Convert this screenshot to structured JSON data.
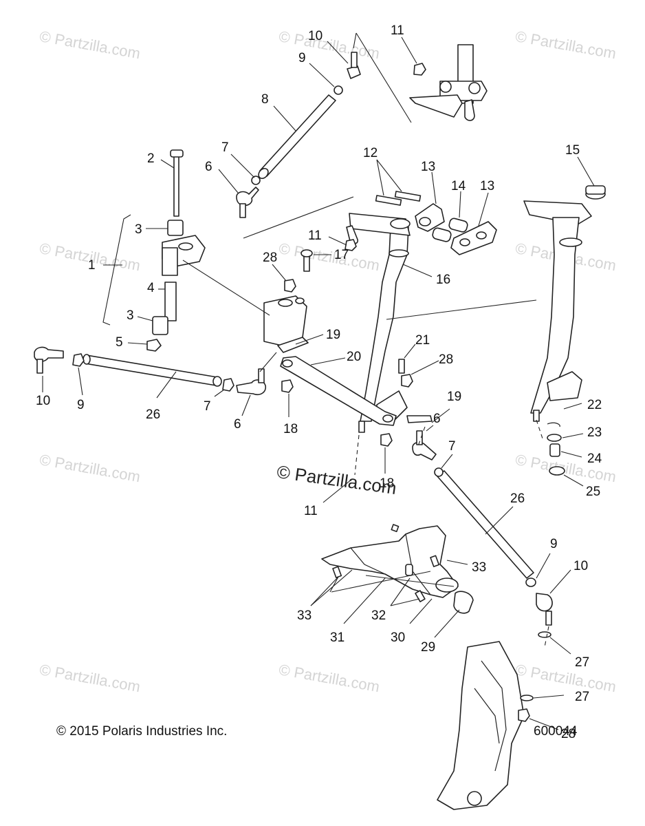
{
  "watermark": "© Partzilla.com",
  "center_watermark": "© Partzilla.com",
  "copyright": "© 2015 Polaris Industries Inc.",
  "diagram_id": "600044",
  "callouts": [
    "1",
    "2",
    "3",
    "4",
    "3",
    "5",
    "6",
    "7",
    "8",
    "9",
    "10",
    "11",
    "12",
    "13",
    "14",
    "13",
    "15",
    "16",
    "11",
    "28",
    "17",
    "19",
    "20",
    "21",
    "28",
    "10",
    "9",
    "26",
    "7",
    "6",
    "18",
    "19",
    "6",
    "7",
    "18",
    "11",
    "22",
    "23",
    "24",
    "25",
    "26",
    "9",
    "10",
    "33",
    "33",
    "31",
    "32",
    "30",
    "29",
    "27",
    "27",
    "28"
  ]
}
